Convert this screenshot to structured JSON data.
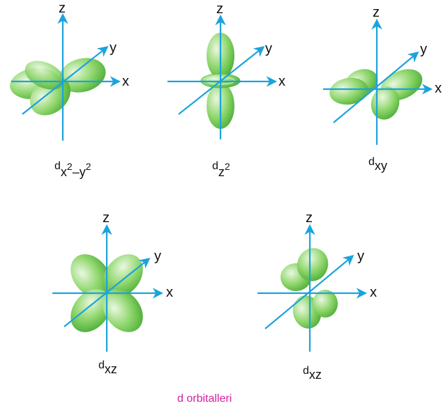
{
  "colors": {
    "axis": "#1aa3dd",
    "lobe_light": "#eaf8e0",
    "lobe_mid": "#8fd66c",
    "lobe_dark": "#4aab36",
    "caption": "#d41fa0"
  },
  "orbitals": [
    {
      "id": "dx2-y2",
      "axes": {
        "x": "x",
        "y": "y",
        "z": "z"
      },
      "name": {
        "base": "d",
        "sub1": "x",
        "sup1": "2",
        "dash": "–",
        "sub2": "y",
        "sup2": "2"
      }
    },
    {
      "id": "dz2",
      "axes": {
        "x": "x",
        "y": "y",
        "z": "z"
      },
      "name": {
        "base": "d",
        "sub1": "z",
        "sup1": "2"
      }
    },
    {
      "id": "dxy",
      "axes": {
        "x": "x",
        "y": "y",
        "z": "z"
      },
      "name": {
        "base": "d",
        "sub1": "xy"
      }
    },
    {
      "id": "dxz-1",
      "axes": {
        "x": "x",
        "y": "y",
        "z": "z"
      },
      "name": {
        "base": "d",
        "sub1": "xz"
      }
    },
    {
      "id": "dxz-2",
      "axes": {
        "x": "x",
        "y": "y",
        "z": "z"
      },
      "name": {
        "base": "d",
        "sub1": "xz"
      }
    }
  ],
  "caption": "d orbitalleri"
}
